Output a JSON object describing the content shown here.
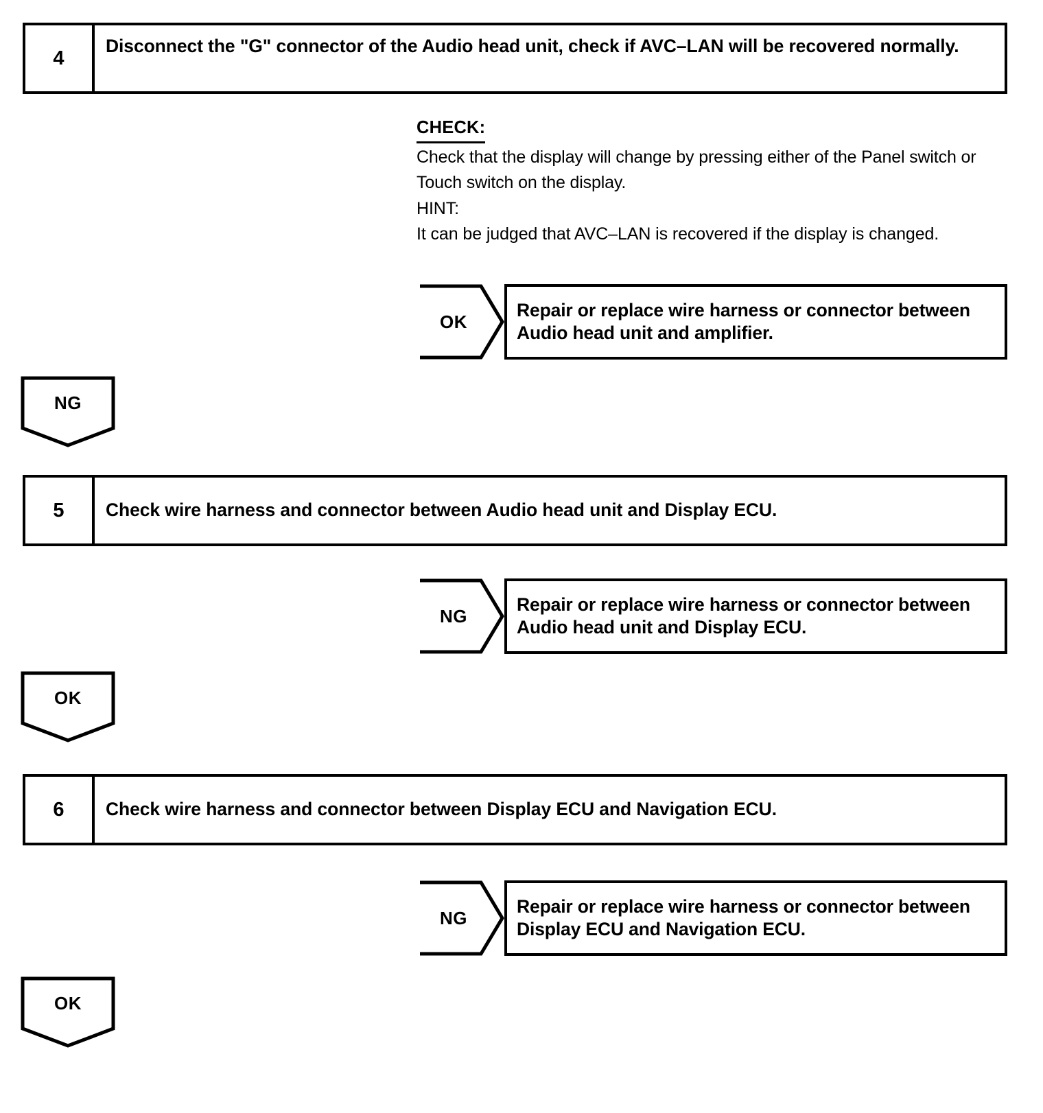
{
  "document": {
    "type": "troubleshooting-flowchart",
    "title": "AVC-LAN Troubleshooting Steps 4-6"
  },
  "steps": [
    {
      "number": "4",
      "instruction": "Disconnect the \"G\" connector of the Audio head unit, check if AVC–LAN will be recovered normally."
    },
    {
      "number": "5",
      "instruction": "Check wire harness and connector between Audio head unit and Display ECU."
    },
    {
      "number": "6",
      "instruction": "Check wire harness and connector between Display ECU and Navigation ECU."
    }
  ],
  "check_block": {
    "check_label": "CHECK:",
    "check_text": "Check that the display will change by pressing either of the Panel switch or Touch switch on the display.",
    "hint_label": "HINT:",
    "hint_text": "It can be judged that AVC–LAN is recovered if the display is changed."
  },
  "results": [
    {
      "judgement": "OK",
      "action": "Repair or replace wire harness or connector between Audio head unit and amplifier."
    },
    {
      "judgement": "NG",
      "action": "Repair or replace wire harness or connector between Audio head unit and Display ECU."
    },
    {
      "judgement": "NG",
      "action": "Repair or replace wire harness or connector between Display ECU and Navigation ECU."
    }
  ],
  "connectors": [
    {
      "label": "NG"
    },
    {
      "label": "OK"
    },
    {
      "label": "OK"
    }
  ],
  "colors": {
    "ink": "#000000",
    "paper": "#ffffff"
  }
}
